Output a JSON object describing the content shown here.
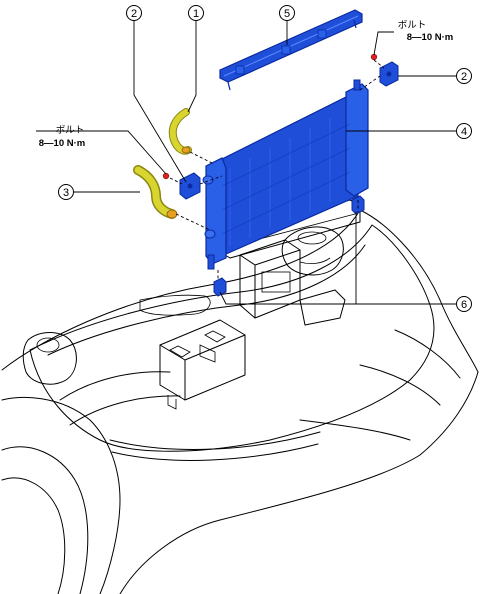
{
  "callouts": [
    {
      "id": "c1",
      "label": "1"
    },
    {
      "id": "c2a",
      "label": "2"
    },
    {
      "id": "c2b",
      "label": "2"
    },
    {
      "id": "c3",
      "label": "3"
    },
    {
      "id": "c4",
      "label": "4"
    },
    {
      "id": "c5",
      "label": "5"
    },
    {
      "id": "c6",
      "label": "6"
    }
  ],
  "torque_notes": [
    {
      "part": "ボルト",
      "spec": "8—10 N·m"
    },
    {
      "part": "ボルト",
      "spec": "8—10 N·m"
    }
  ],
  "colors": {
    "radiator": "#1f4fd9",
    "radiator_dark": "#0a2aa0",
    "hose": "#d8d430",
    "hose_dark": "#8a8610",
    "bolt": "#e02020"
  }
}
